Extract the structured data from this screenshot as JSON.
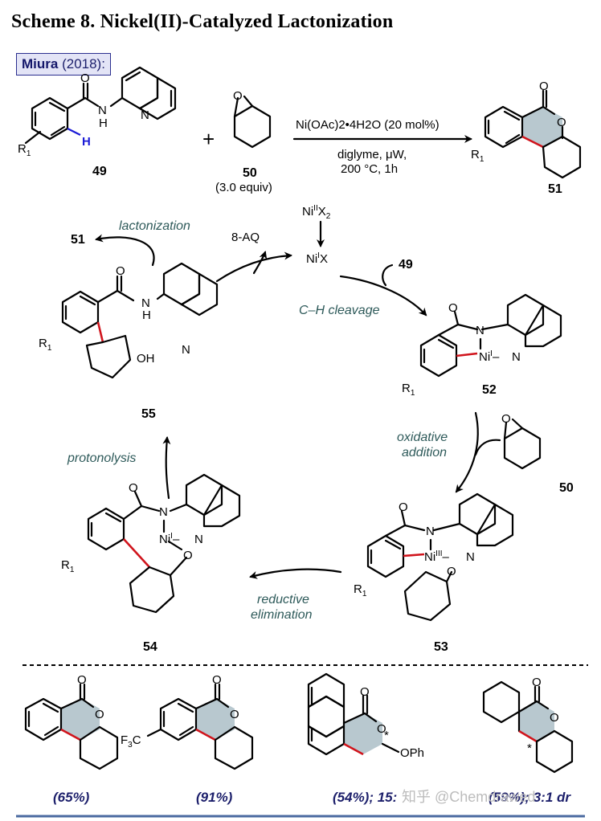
{
  "title": "Scheme 8. Nickel(II)-Catalyzed Lactonization",
  "author_box": {
    "name": "Miura",
    "year": "(2018):"
  },
  "reaction": {
    "substrate_label": "49",
    "substrate_h": "H",
    "substrate_r": "R1",
    "plus": "+",
    "epoxide_label": "50",
    "epoxide_equiv": "(3.0 equiv)",
    "conditions_top": "Ni(OAc)2•4H2O (20 mol%)",
    "conditions_line2": "diglyme, μW,",
    "conditions_line3": "200 °C, 1h",
    "product_label": "51"
  },
  "cycle": {
    "precatalyst": "NiIIX2",
    "active_catalyst": "NiIX",
    "released_ligand": "8-AQ",
    "incoming_substrate": "49",
    "incoming_epoxide": "50",
    "lactonization_product": "51",
    "steps": {
      "lactonization": "lactonization",
      "ch_cleavage": "C–H cleavage",
      "oxidative_addition_1": "oxidative",
      "oxidative_addition_2": "addition",
      "reductive_elimination_1": "reductive",
      "reductive_elimination_2": "elimination",
      "protonolysis": "protonolysis"
    },
    "intermediates": {
      "i52": "52",
      "i53": "53",
      "i54": "54",
      "i55": "55"
    },
    "atoms": {
      "O": "O",
      "N": "N",
      "H": "H",
      "OH": "OH",
      "R": "R",
      "sub1": "1",
      "NiI": "Ni",
      "sup_I": "I",
      "sup_III": "III"
    }
  },
  "scope": {
    "items": [
      {
        "yield": "(65%)"
      },
      {
        "yield": "(91%)",
        "substituent": "F3C"
      },
      {
        "yield": "(54%); 15:",
        "side_group": "OPh",
        "stereo_mark": "*"
      },
      {
        "yield": "(59%); 3:1 dr",
        "stereo_mark": "*"
      }
    ],
    "watermark": "知乎 @Chemdrawed"
  },
  "colors": {
    "accent_blue": "#1c1f6b",
    "step_teal": "#2e5a5a",
    "new_bond_red": "#d0141c",
    "lactone_shade": "#b8c8cf",
    "footer_rule": "#4a6aa0"
  }
}
